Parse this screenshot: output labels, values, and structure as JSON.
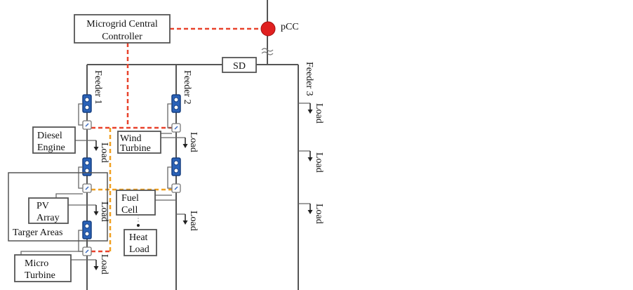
{
  "controller": {
    "line1": "Microgrid Central",
    "line2": "Controller"
  },
  "pcc": {
    "label": "pCC",
    "color": "#e02020"
  },
  "sd": {
    "label": "SD"
  },
  "feeders": [
    "Feeder 1",
    "Feeder 2",
    "Feeder 3"
  ],
  "sources": {
    "diesel": [
      "Diesel",
      "Engine"
    ],
    "wind": [
      "Wind",
      "Turbine"
    ],
    "pv": [
      "PV",
      "Array"
    ],
    "fuel": [
      "Fuel",
      "Cell"
    ],
    "heat": [
      "Heat",
      "Load"
    ],
    "micro": [
      "Micro",
      "Turbine"
    ]
  },
  "target_area": "Targer Areas",
  "load_label": "Load",
  "colors": {
    "control_line": "#e8422c",
    "breaker": "#2a62b8"
  }
}
